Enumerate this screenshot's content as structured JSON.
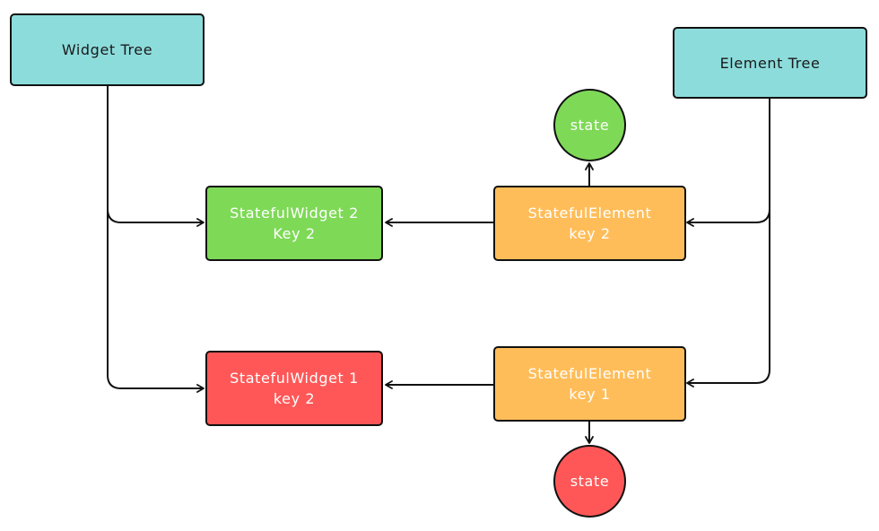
{
  "colors": {
    "tree_box": "#8ddcdc",
    "widget_green": "#7ed957",
    "widget_red": "#ff5757",
    "element_orange": "#ffbd59",
    "state_green": "#7ed957",
    "state_red": "#ff5757",
    "stroke": "#111111"
  },
  "widget_tree": {
    "label": "Widget Tree"
  },
  "element_tree": {
    "label": "Element Tree"
  },
  "widget_2": {
    "line1": "StatefulWidget 2",
    "line2": "Key 2"
  },
  "widget_1": {
    "line1": "StatefulWidget 1",
    "line2": "key 2"
  },
  "element_2": {
    "line1": "StatefulElement",
    "line2": "key 2"
  },
  "element_1": {
    "line1": "StatefulElement",
    "line2": "key 1"
  },
  "state_top": {
    "label": "state"
  },
  "state_bottom": {
    "label": "state"
  }
}
